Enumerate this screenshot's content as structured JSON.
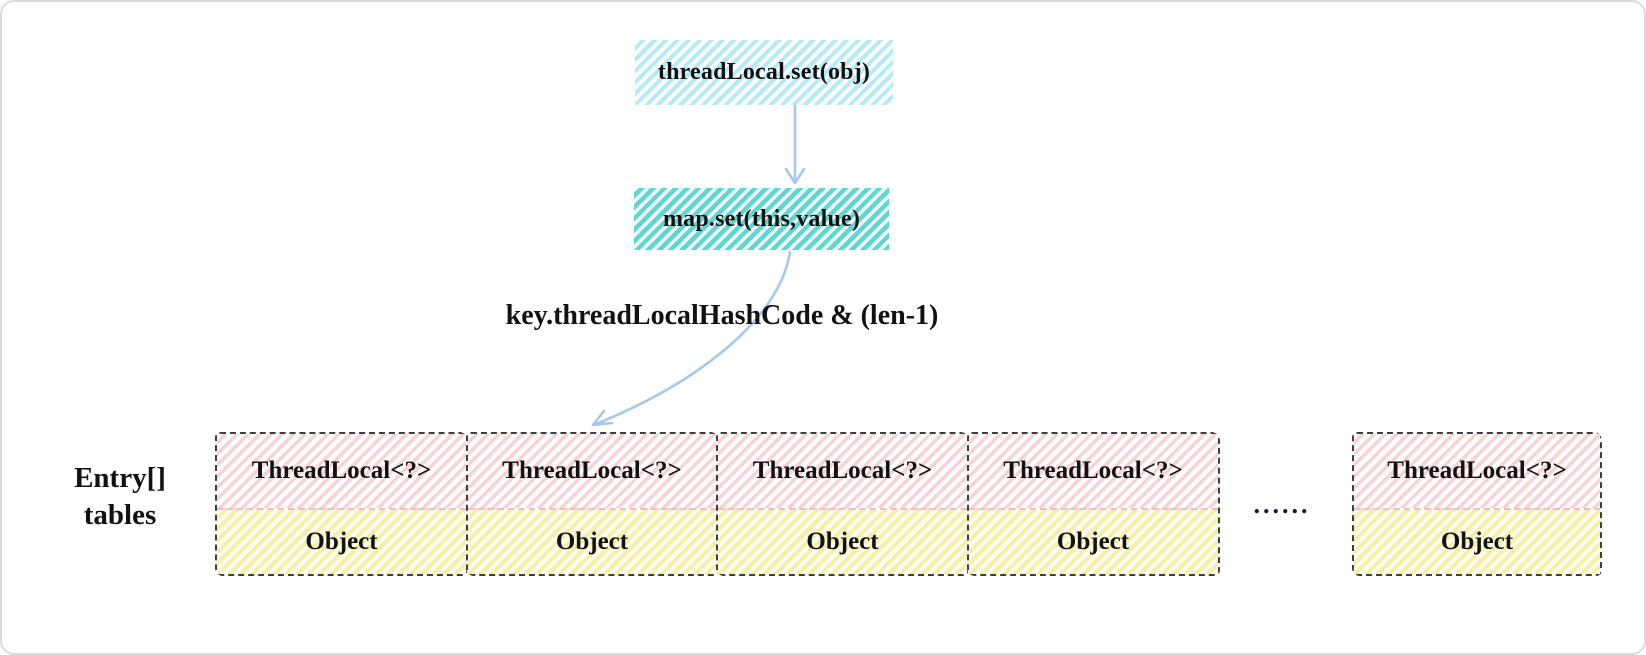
{
  "flow": {
    "top_box_label": "threadLocal.set(obj)",
    "map_box_label": "map.set(this,value)",
    "hash_label": "key.threadLocalHashCode & (len-1)"
  },
  "entry_array": {
    "label_line1": "Entry[]",
    "label_line2": "tables",
    "ellipsis": "......",
    "cells": [
      {
        "key": "ThreadLocal<?>",
        "value": "Object"
      },
      {
        "key": "ThreadLocal<?>",
        "value": "Object"
      },
      {
        "key": "ThreadLocal<?>",
        "value": "Object"
      },
      {
        "key": "ThreadLocal<?>",
        "value": "Object"
      },
      {
        "key": "ThreadLocal<?>",
        "value": "Object"
      }
    ]
  },
  "colors": {
    "cyan_hatch": "#b5ebf7",
    "teal_hatch": "#5fd6d2",
    "pink_hatch": "#f8d2d4",
    "yellow_hatch": "#f5efa8",
    "arrow": "#a6c7f0",
    "cell_border": "#3e3e3e",
    "card_border": "#dcdcdc",
    "text": "#121212"
  }
}
